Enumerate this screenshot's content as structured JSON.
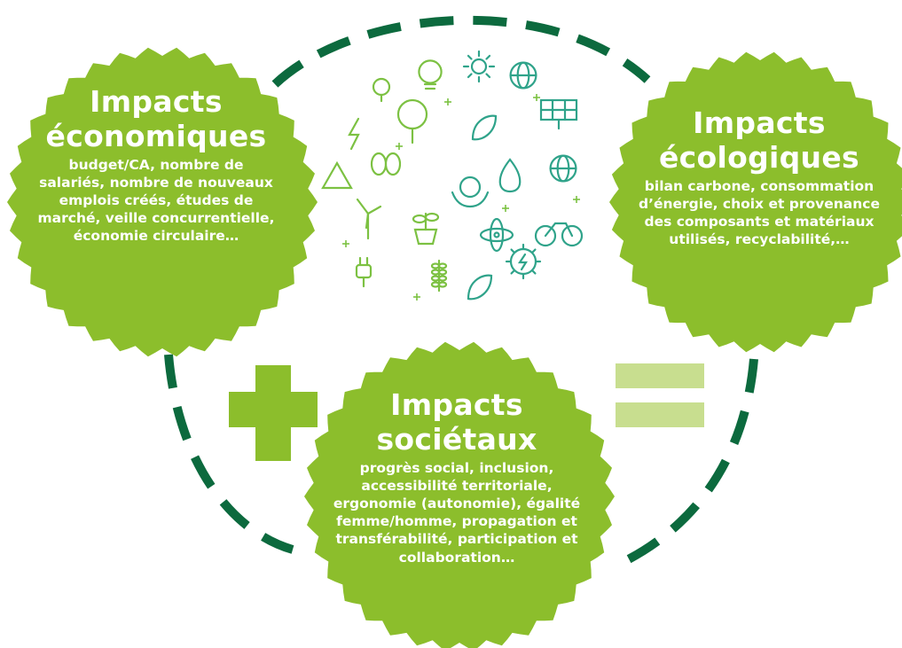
{
  "colors": {
    "bubble": "#8cbe2c",
    "dash": "#0c6a3e",
    "plus": "#8cbe2c",
    "equals": "#c8de8f",
    "icon_green": "#7cc142",
    "icon_teal": "#2fa38a"
  },
  "economic": {
    "title_line1": "Impacts",
    "title_line2": "économiques",
    "description": "budget/CA, nombre de salariés, nombre de nouveaux emplois créés, études de marché, veille concurrentielle, économie circulaire…"
  },
  "ecological": {
    "title_line1": "Impacts",
    "title_line2": "écologiques",
    "description": "bilan carbone, consommation d’énergie, choix et provenance des composants et matériaux utilisés, recyclabilité,…"
  },
  "societal": {
    "title_line1": "Impacts",
    "title_line2": "sociétaux",
    "description": "progrès social, inclusion, accessibilité territoriale, ergonomie (autonomie), égalité femme/homme, propagation et transférabilité, participation et collaboration…"
  },
  "operators": {
    "plus_icon": "plus-sign",
    "equals_icon": "equals-sign"
  },
  "center_illustration": {
    "icons": [
      "apple",
      "lightbulb",
      "sun",
      "globe",
      "solar-panel",
      "tree",
      "lightning",
      "leaf",
      "recycle",
      "butterfly",
      "water-drop",
      "earth",
      "wind-turbine",
      "plant-pot",
      "hands-globe",
      "atom",
      "bicycle",
      "power-plug",
      "wheat",
      "gear-energy",
      "sprout"
    ]
  }
}
